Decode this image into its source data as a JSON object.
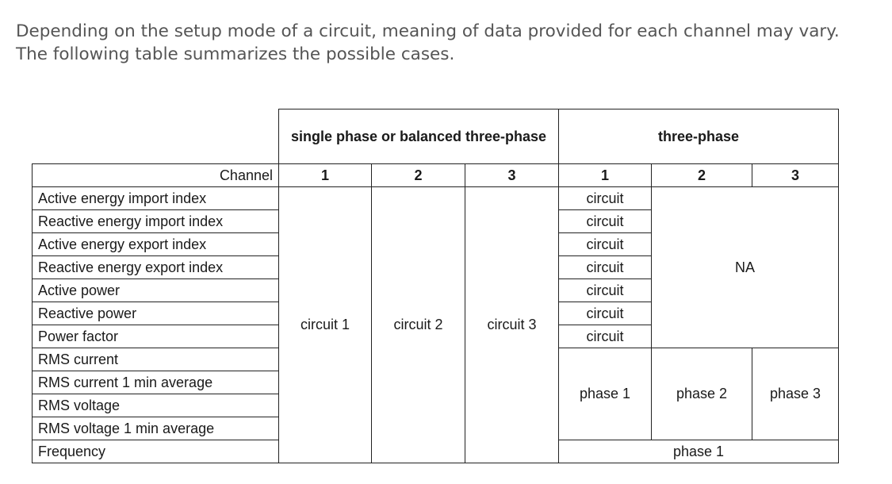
{
  "intro": {
    "line1": "Depending on the setup mode of a circuit, meaning of data provided for each channel may vary.",
    "line2": "The following table summarizes the possible cases."
  },
  "table": {
    "group_headers": {
      "single": "single phase or balanced three-phase",
      "three": "three-phase"
    },
    "channel_label": "Channel",
    "channels": [
      "1",
      "2",
      "3",
      "1",
      "2",
      "3"
    ],
    "rows": [
      "Active energy import index",
      "Reactive energy import index",
      "Active energy export index",
      "Reactive energy export index",
      "Active power",
      "Reactive power",
      "Power factor",
      "RMS current",
      "RMS current 1 min average",
      "RMS voltage",
      "RMS voltage 1 min average",
      "Frequency"
    ],
    "single_values": [
      "circuit 1",
      "circuit 2",
      "circuit 3"
    ],
    "three_ch1_energy": [
      "circuit",
      "circuit",
      "circuit",
      "circuit",
      "circuit",
      "circuit",
      "circuit"
    ],
    "three_na": "NA",
    "three_phases": [
      "phase 1",
      "phase 2",
      "phase 3"
    ],
    "frequency_value": "phase 1"
  }
}
